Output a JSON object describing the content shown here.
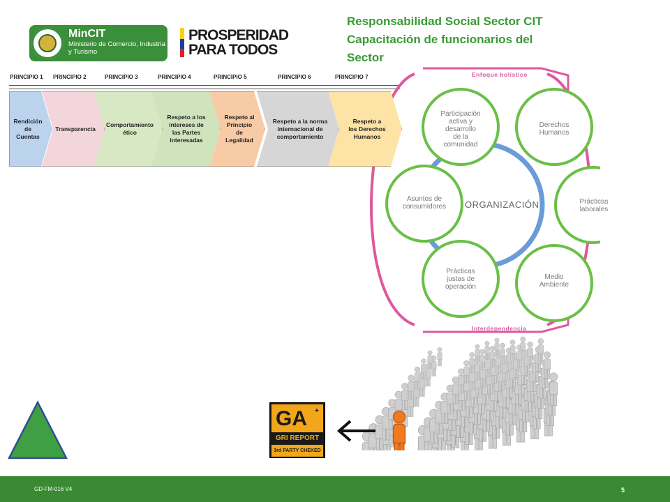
{
  "header": {
    "title_line1": "Responsabilidad Social Sector CIT",
    "title_line2": "Capacitación de funcionarios del",
    "title_line3": "Sector"
  },
  "logos": {
    "mincit_name": "MinCIT",
    "mincit_sub": "Ministerio de Comercio, Industria y Turismo",
    "prosperidad_line1": "PROSPERIDAD",
    "prosperidad_line2": "PARA TODOS"
  },
  "principles": [
    {
      "label": "PRINCIPIO 1",
      "text": [
        "Rendición",
        "de Cuentas"
      ],
      "color": "#bcd3ee"
    },
    {
      "label": "PRINCIPIO 2",
      "text": [
        "Transparencia"
      ],
      "color": "#f3d6dc"
    },
    {
      "label": "PRINCIPIO 3",
      "text": [
        "Comportamiento",
        "ético"
      ],
      "color": "#d8e7c4"
    },
    {
      "label": "PRINCIPIO 4",
      "text": [
        "Respeto a los",
        "intereses de",
        "las Partes",
        "interesadas"
      ],
      "color": "#cfe3bc"
    },
    {
      "label": "PRINCIPIO 5",
      "text": [
        "Respeto al",
        "Principio de",
        "Legalidad"
      ],
      "color": "#f8cba7"
    },
    {
      "label": "PRINCIPIO 6",
      "text": [
        "Respeto a la norma",
        "internacional de",
        "comportamiento"
      ],
      "color": "#d6d6d6"
    },
    {
      "label": "PRINCIPIO 7",
      "text": [
        "Respeto a",
        "los Derechos",
        "Humanos"
      ],
      "color": "#fde3a6"
    }
  ],
  "diagram": {
    "top_label": "Enfoque holístico",
    "bottom_label": "Interdependencia",
    "center": "ORGANIZACIÓN",
    "subjects": [
      [
        "Participación",
        "activa y",
        "desarrollo",
        "de la",
        "comunidad"
      ],
      [
        "Derechos",
        "Humanos"
      ],
      [
        "Prácticas",
        "laborales"
      ],
      [
        "Medio",
        "Ambiente"
      ],
      [
        "Prácticas",
        "justas de",
        "operación"
      ],
      [
        "Asuntos de",
        "consumidores"
      ]
    ]
  },
  "gri": {
    "mark": "GA",
    "plus": "+",
    "report": "GRI REPORT",
    "checked": "3rd PARTY CHEKED"
  },
  "footer": {
    "code": "GD-FM-016 V4",
    "page": "5"
  },
  "colors": {
    "brand_green": "#3a9a35",
    "footer_green": "#3a8a33",
    "diagram_pink": "#e0579e",
    "circle_green": "#6bbf47",
    "org_blue": "#6b9bd8",
    "person_orange": "#f07a1f"
  }
}
